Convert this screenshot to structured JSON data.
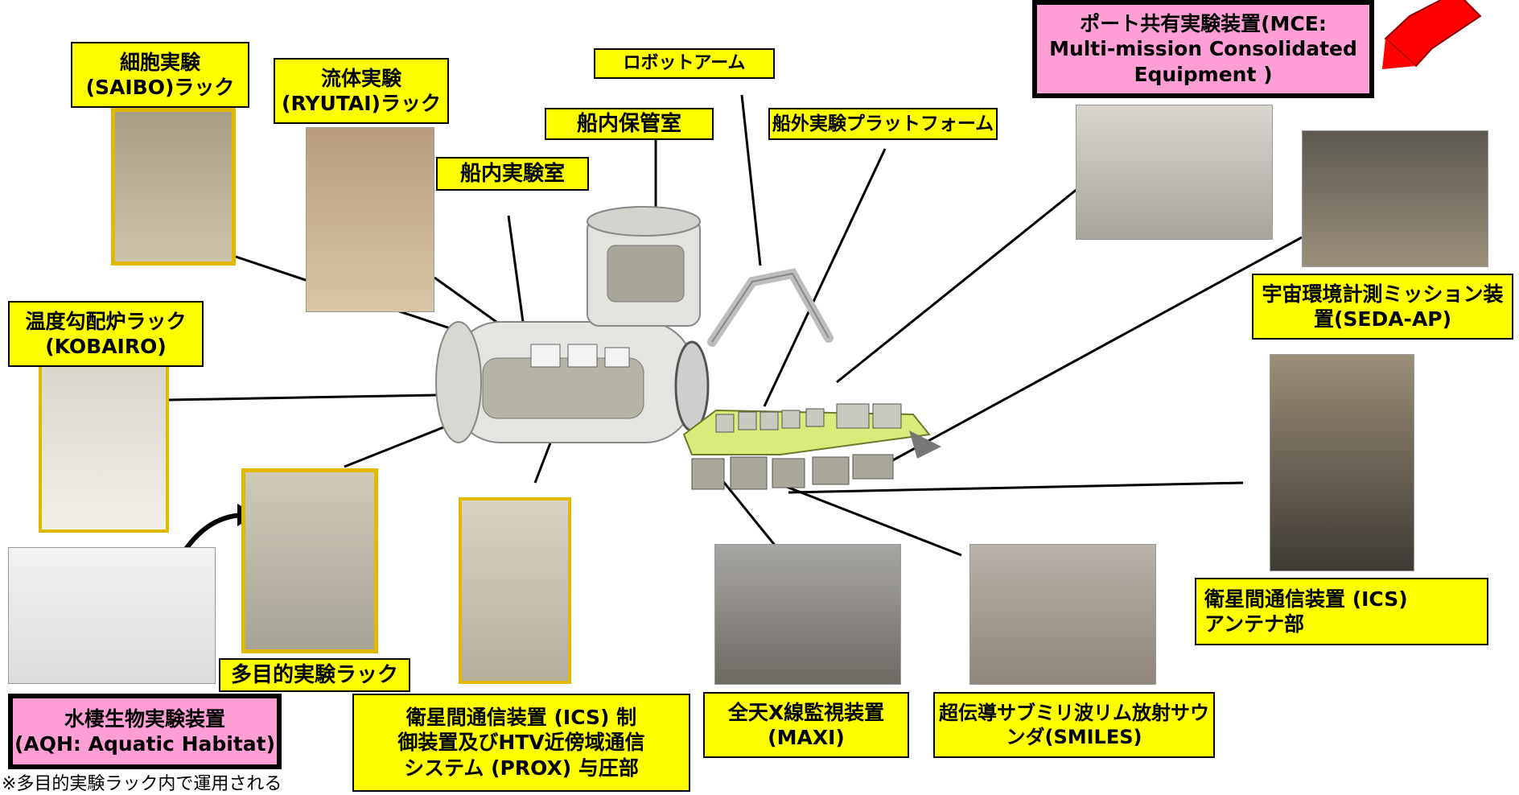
{
  "labels": {
    "saibo": [
      "細胞実験",
      "(SAIBO)ラック"
    ],
    "ryutai": [
      "流体実験",
      "(RYUTAI)ラック"
    ],
    "kobairo": [
      "温度勾配炉ラック",
      "(KOBAIRO)"
    ],
    "pm": "船内実験室",
    "els": "船内保管室",
    "arm": "ロボットアーム",
    "ef": "船外実験プラットフォーム",
    "mce": [
      "ポート共有実験装置(MCE:",
      "Multi-mission Consolidated",
      "Equipment )"
    ],
    "seda": [
      "宇宙環境計測ミッション装",
      "置(SEDA-AP)"
    ],
    "ics_antenna": [
      "衛星間通信装置 (ICS)",
      "アンテナ部"
    ],
    "smiles": [
      "超伝導サブミリ波リム放射サウ",
      "ンダ(SMILES)"
    ],
    "maxi": [
      "全天X線監視装置",
      "(MAXI)"
    ],
    "ics_prox": [
      "衛星間通信装置 (ICS) 制",
      "御装置及びHTV近傍域通信",
      "システム (PROX) 与圧部"
    ],
    "mpr": "多目的実験ラック",
    "aqh": [
      "水棲生物実験装置",
      "(AQH: Aquatic Habitat)"
    ]
  },
  "note": "※多目的実験ラック内で運用される",
  "colors": {
    "label_bg": "#ffff00",
    "highlight_bg": "#ff9fd6",
    "pointer": "#ff0000"
  }
}
